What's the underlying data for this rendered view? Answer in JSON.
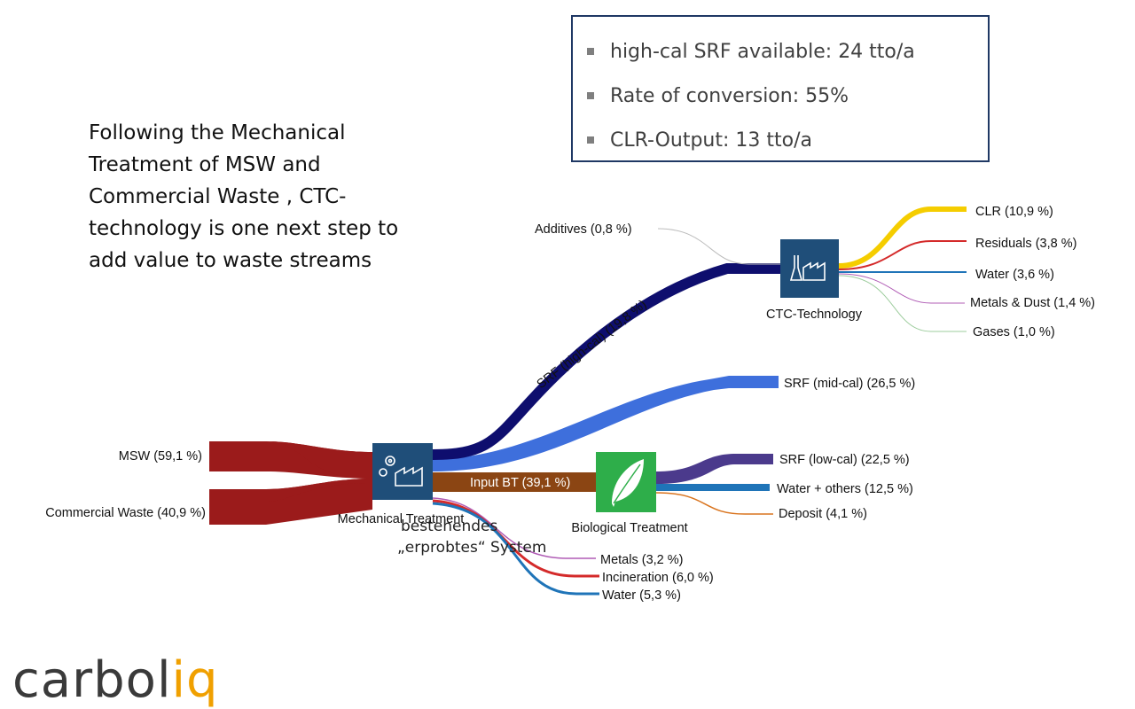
{
  "info_box": {
    "items": [
      {
        "text": "high-cal SRF available: 24 tto/a"
      },
      {
        "text": "Rate of conversion: 55%"
      },
      {
        "text": "CLR-Output: 13 tto/a"
      }
    ]
  },
  "intro": {
    "lines": [
      "Following the Mechanical",
      "Treatment of MSW and",
      "Commercial Waste , CTC-",
      "technology is one next step to",
      "add value to waste streams"
    ]
  },
  "inputs": {
    "msw": "MSW (59,1 %)",
    "commercial": "Commercial Waste (40,9 %)"
  },
  "nodes": {
    "mechanical": "Mechanical Treatment",
    "biological": "Biological Treatment",
    "ctc": "CTC-Technology"
  },
  "flows": {
    "srf_high": "SRF (high-cal) (19,8 %)",
    "srf_mid": "SRF (mid-cal) (26,5 %)",
    "input_bt": "Input BT (39,1 %)",
    "additives": "Additives (0,8 %)",
    "metals": "Metals (3,2 %)",
    "incineration": "Incineration (6,0 %)",
    "water": "Water (5,3 %)",
    "srf_low": "SRF (low-cal) (22,5 %)",
    "water_others": "Water + others (12,5 %)",
    "deposit": "Deposit (4,1 %)"
  },
  "ctc_outputs": {
    "clr": "CLR (10,9 %)",
    "residuals": "Residuals (3,8 %)",
    "water": "Water (3,6 %)",
    "metals_dust": "Metals & Dust (1,4 %)",
    "gases": "Gases (1,0 %)"
  },
  "overlay_note": {
    "line1": "bestehendes",
    "line2": "„erprobtes“ System"
  },
  "logo": {
    "main": "carbol",
    "accent": "iq"
  },
  "colors": {
    "input": "#9b1b1b",
    "node": "#1f4e79",
    "bio_node": "#2eae4a",
    "srf_high": "#0e0e6e",
    "srf_mid": "#3e6fdc",
    "input_bt": "#8b4513",
    "srf_low": "#4b3a8c",
    "water": "#1f74b8",
    "deposit": "#d9741e",
    "clr": "#f5cd00",
    "residuals": "#d42a2a",
    "metals": "#b05cb5",
    "gases": "#9ccc9c",
    "additives": "#bcbcbc",
    "infobox_border": "#1f3864"
  }
}
